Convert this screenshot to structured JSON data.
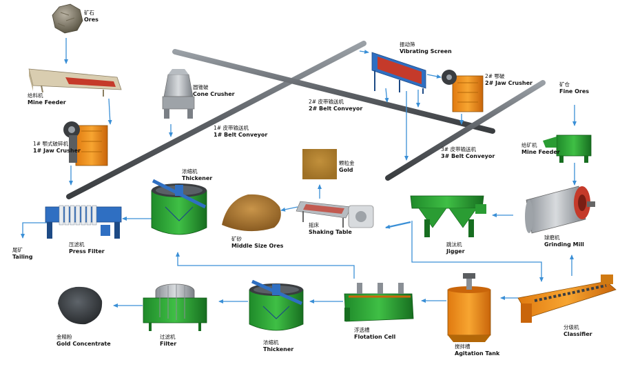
{
  "flow_color": "#3a8fd6",
  "nodes": {
    "ores": {
      "zh": "矿石",
      "en": "Ores"
    },
    "mine_feeder": {
      "zh": "给料机",
      "en": "Mine Feeder"
    },
    "jaw_crusher_1": {
      "zh": "1# 颚式破碎机",
      "en": "1# Jaw Crusher"
    },
    "cone_crusher": {
      "zh": "圆锥破",
      "en": "Cone Crusher"
    },
    "belt_conveyor_1": {
      "zh": "1# 皮带输送机",
      "en": "1# Belt Conveyor"
    },
    "belt_conveyor_2": {
      "zh": "2# 皮带输送机",
      "en": "2# Belt Conveyor"
    },
    "vibrating_screen": {
      "zh": "振动筛",
      "en": "Vibrating Screen"
    },
    "jaw_crusher_2": {
      "zh": "2# 鄂破",
      "en": "2# Jaw Crusher"
    },
    "fine_ores": {
      "zh": "矿仓",
      "en": "Fine Ores"
    },
    "belt_conveyor_3": {
      "zh": "3# 皮带输送机",
      "en": "3# Belt Conveyor"
    },
    "mine_feeder_2": {
      "zh": "给矿机",
      "en": "Mine Feeder"
    },
    "gold": {
      "zh": "颗粒金",
      "en": "Gold"
    },
    "thickener_1": {
      "zh": "浓缩机",
      "en": "Thickener"
    },
    "press_filter": {
      "zh": "压滤机",
      "en": "Press Filter"
    },
    "tailing": {
      "zh": "尾矿",
      "en": "Tailing"
    },
    "middle_ores": {
      "zh": "矿砂",
      "en": "Middle Size Ores"
    },
    "shaking_table": {
      "zh": "摇床",
      "en": "Shaking Table"
    },
    "jigger": {
      "zh": "跳汰机",
      "en": "Jigger"
    },
    "grinding_mill": {
      "zh": "球磨机",
      "en": "Grinding Mill"
    },
    "classifier": {
      "zh": "分级机",
      "en": "Classifier"
    },
    "agitation_tank": {
      "zh": "搅拌槽",
      "en": "Agitation Tank"
    },
    "flotation_cell": {
      "zh": "浮选槽",
      "en": "Flotation Cell"
    },
    "thickener_2": {
      "zh": "浓缩机",
      "en": "Thickener"
    },
    "filter": {
      "zh": "过滤机",
      "en": "Filter"
    },
    "gold_concentrate": {
      "zh": "金精粉",
      "en": "Gold Concentrate"
    }
  }
}
